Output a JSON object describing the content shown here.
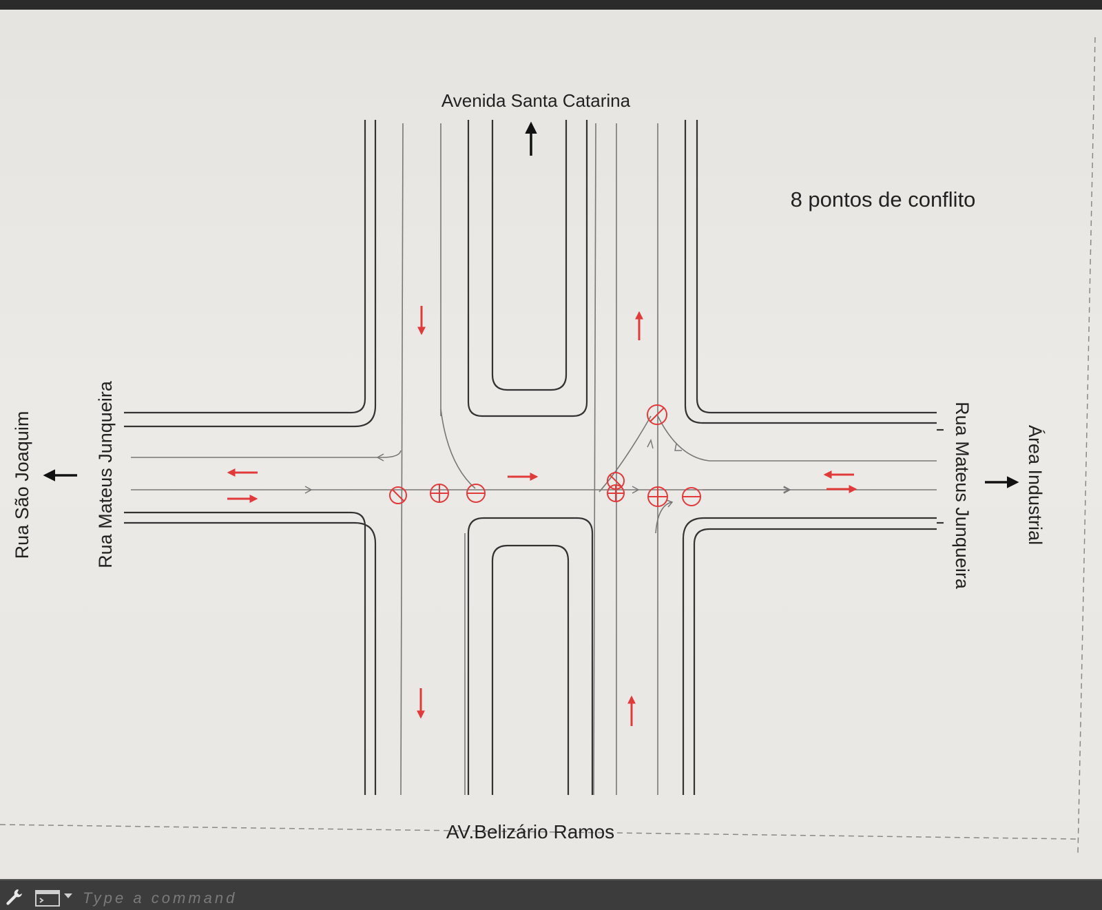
{
  "drawing": {
    "title_top": "Avenida Santa Catarina",
    "title_bottom": "AV.Belizário Ramos",
    "left_outer_label": "Rua São Joaquim",
    "left_inner_label": "Rua Mateus Junqueira",
    "right_inner_label": "Rua Mateus Junqueira",
    "right_outer_label": "Área Industrial",
    "conflict_note": "8 pontos de conflito",
    "conflict_count": 8
  },
  "command_line": {
    "placeholder": "Type a command"
  },
  "colors": {
    "conflict_red": "#e03a3a",
    "road_line": "#333333",
    "movement_line": "#777777",
    "canvas_bg": "#e9e7e3"
  },
  "icons": [
    "wrench-icon",
    "command-window-icon",
    "chevron-down-icon",
    "arrow-up-icon",
    "arrow-left-icon",
    "arrow-right-icon"
  ]
}
